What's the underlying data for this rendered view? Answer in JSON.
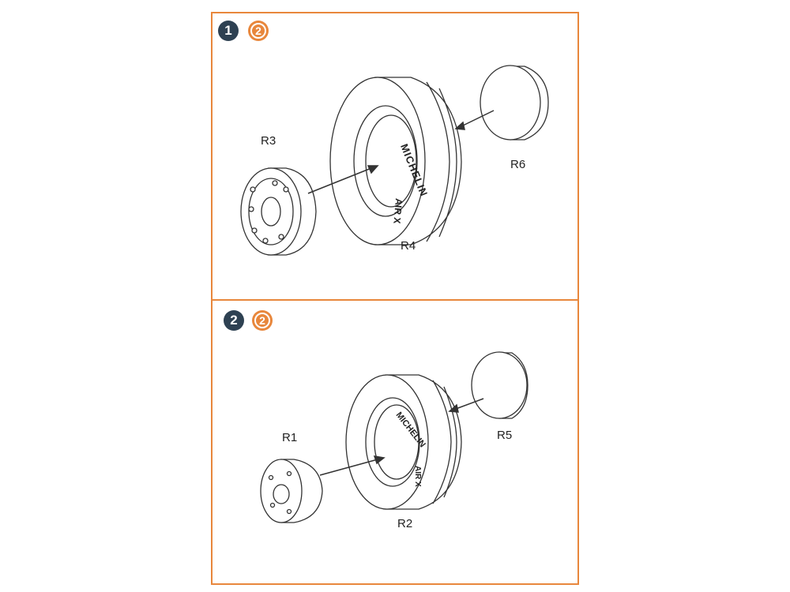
{
  "steps": [
    {
      "number": "1",
      "badge": "2",
      "labels": {
        "hub": "R3",
        "tire": "R4",
        "cap": "R6"
      },
      "tire_text": "MICHELIN",
      "tire_text2": "AIR X"
    },
    {
      "number": "2",
      "badge": "2",
      "labels": {
        "hub": "R1",
        "tire": "R2",
        "cap": "R5"
      },
      "tire_text": "MICHELIN",
      "tire_text2": "AIR X"
    }
  ],
  "colors": {
    "frame": "#e8873c",
    "step_circle": "#2e4152",
    "badge": "#e8873c",
    "line": "#333333"
  }
}
